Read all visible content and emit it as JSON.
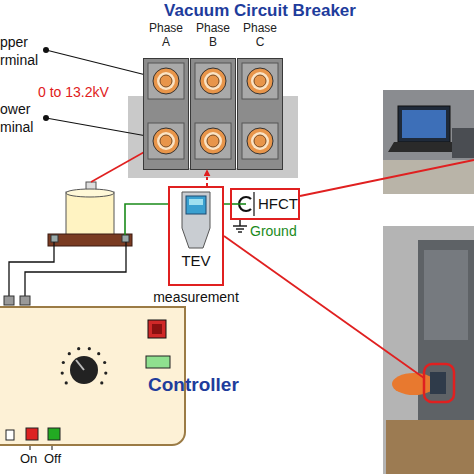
{
  "diagram": {
    "title": "Vacuum Circuit Breaker",
    "nodes": [
      {
        "text": [
          "Phase A"
        ]
      },
      {
        "text": [
          "Phase B"
        ]
      },
      {
        "text": [
          "Phase C"
        ]
      },
      {
        "text": [
          "HFCT"
        ]
      },
      {
        "text": [
          "TEV",
          "measurement"
        ]
      },
      {
        "text": [
          "Controller"
        ]
      }
    ],
    "edges": [
      {
        "from": 4,
        "to": 1,
        "arrow": "to"
      }
    ],
    "labels": [
      "pper rminal",
      "ower minal",
      "0 to 13.2kV",
      "Ground",
      "On",
      "Off"
    ]
  }
}
